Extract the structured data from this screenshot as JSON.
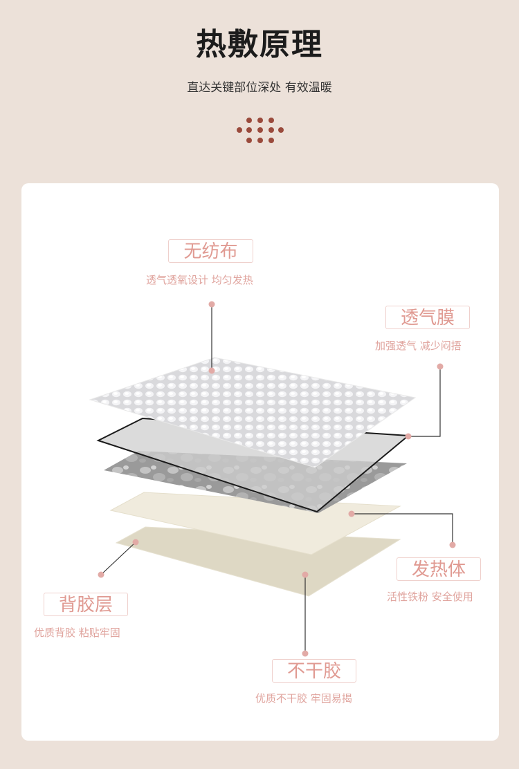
{
  "header": {
    "title": "热敷原理",
    "subtitle": "直达关键部位深处 有效温暖"
  },
  "layers": [
    {
      "name": "无纺布",
      "desc": "透气透氧设计 均匀发热"
    },
    {
      "name": "透气膜",
      "desc": "加强透气 减少闷捂"
    },
    {
      "name": "发热体",
      "desc": "活性铁粉 安全使用"
    },
    {
      "name": "背胶层",
      "desc": "优质背胶 粘贴牢固"
    },
    {
      "name": "不干胶",
      "desc": "优质不干胶 牢固易揭"
    }
  ],
  "colors": {
    "background": "#ece1d9",
    "accent_dot": "#9a4a3c",
    "label_text": "#e09a92",
    "marker": "#e2aaa6"
  }
}
